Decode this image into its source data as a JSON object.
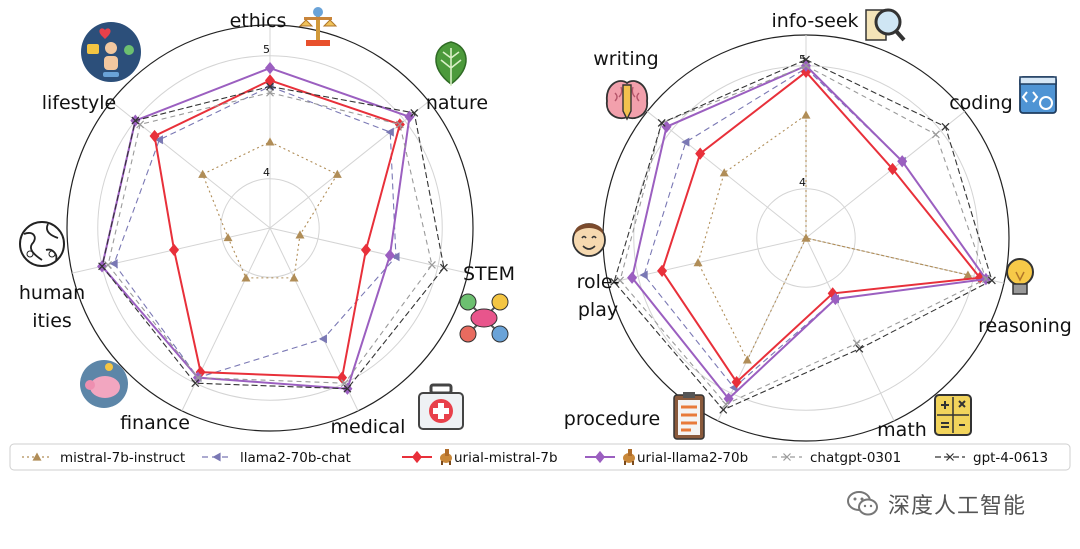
{
  "chart_data": [
    {
      "type": "radar",
      "title": "",
      "scale": {
        "center_value": 3.6,
        "ticks": [
          4,
          5
        ],
        "max": 5.25
      },
      "categories": [
        "ethics",
        "nature",
        "STEM",
        "medical",
        "finance",
        "humanities",
        "lifestyle"
      ],
      "series": [
        {
          "name": "mistral-7b-instruct",
          "values": [
            4.3,
            4.3,
            3.85,
            4.05,
            4.05,
            3.95,
            4.3
          ]
        },
        {
          "name": "llama2-70b-chat",
          "values": [
            4.75,
            4.85,
            4.65,
            4.6,
            4.95,
            4.9,
            4.75
          ]
        },
        {
          "name": "urial-mistral-7b",
          "values": [
            4.8,
            4.95,
            4.4,
            4.95,
            4.9,
            4.4,
            4.8
          ]
        },
        {
          "name": "urial-llama2-70b",
          "values": [
            4.9,
            5.05,
            4.6,
            5.05,
            4.95,
            5.0,
            5.0
          ]
        },
        {
          "name": "chatgpt-0301",
          "values": [
            4.7,
            4.95,
            4.95,
            5.0,
            4.95,
            4.95,
            4.95
          ]
        },
        {
          "name": "gpt-4-0613",
          "values": [
            4.75,
            5.1,
            5.05,
            5.05,
            5.0,
            5.0,
            5.0
          ]
        }
      ]
    },
    {
      "type": "radar",
      "title": "",
      "scale": {
        "center_value": 3.6,
        "ticks": [
          4,
          5
        ],
        "max": 5.25
      },
      "categories": [
        "info-seek",
        "coding",
        "reasoning",
        "math",
        "procedure",
        "role-play",
        "writing"
      ],
      "series": [
        {
          "name": "mistral-7b-instruct",
          "values": [
            4.6,
            3.6,
            4.95,
            3.6,
            4.7,
            4.5,
            4.45
          ]
        },
        {
          "name": "llama2-70b-chat",
          "values": [
            4.98,
            4.6,
            5.1,
            4.15,
            4.95,
            4.95,
            4.85
          ]
        },
        {
          "name": "urial-mistral-7b",
          "values": [
            4.95,
            4.5,
            5.05,
            4.1,
            4.9,
            4.8,
            4.7
          ]
        },
        {
          "name": "urial-llama2-70b",
          "values": [
            5.0,
            4.6,
            5.1,
            4.15,
            5.05,
            5.05,
            5.05
          ]
        },
        {
          "name": "chatgpt-0301",
          "values": [
            5.0,
            4.95,
            5.1,
            4.55,
            5.1,
            5.15,
            5.1
          ]
        },
        {
          "name": "gpt-4-0613",
          "values": [
            5.05,
            5.05,
            5.15,
            4.6,
            5.15,
            5.2,
            5.1
          ]
        }
      ]
    }
  ],
  "legend": [
    {
      "label": "mistral-7b-instruct",
      "color": "#b08d57",
      "marker": "triangle-up",
      "dash": "2,3",
      "badge": false
    },
    {
      "label": "llama2-70b-chat",
      "color": "#7a78b4",
      "marker": "triangle-left",
      "dash": "6,4",
      "badge": false
    },
    {
      "label": "urial-mistral-7b",
      "color": "#e8303a",
      "marker": "diamond",
      "dash": "",
      "badge": true
    },
    {
      "label": "urial-llama2-70b",
      "color": "#9b5fc0",
      "marker": "diamond",
      "dash": "",
      "badge": true
    },
    {
      "label": "chatgpt-0301",
      "color": "#9a9a9a",
      "marker": "x",
      "dash": "5,4",
      "badge": false
    },
    {
      "label": "gpt-4-0613",
      "color": "#333333",
      "marker": "x",
      "dash": "6,3",
      "badge": false
    }
  ],
  "watermark": {
    "text": "深度人工智能",
    "icon": "wechat-icon"
  },
  "icons": {
    "left": [
      "scales-icon",
      "leaf-icon",
      "stem-molecule-icon",
      "first-aid-kit-icon",
      "piggy-bank-icon",
      "globe-people-icon",
      "lifestyle-people-icon"
    ],
    "right": [
      "magnifier-book-icon",
      "code-window-icon",
      "lightbulb-icon",
      "calculator-icon",
      "clipboard-checklist-icon",
      "theater-mask-icon",
      "brain-pencil-icon"
    ]
  }
}
